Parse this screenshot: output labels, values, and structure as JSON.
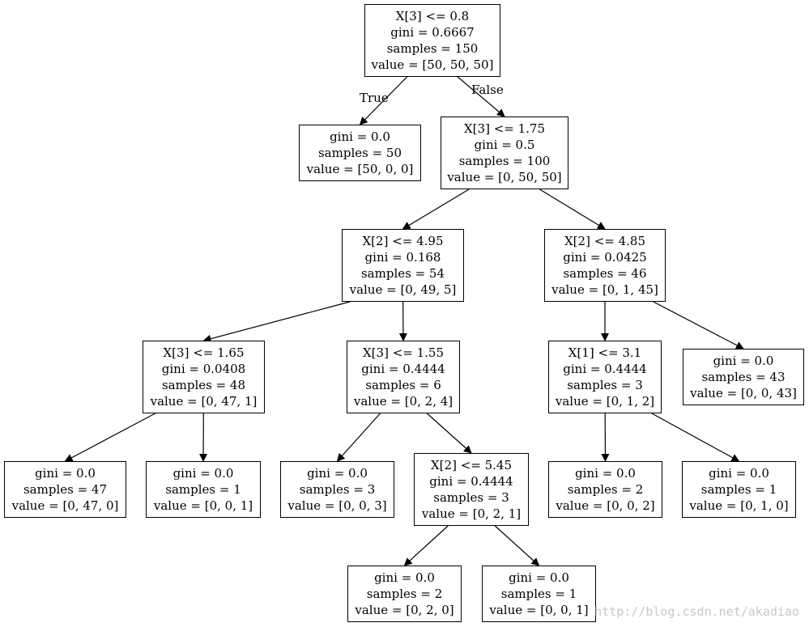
{
  "tree": {
    "nodes": [
      {
        "id": "n0",
        "lines": [
          "X[3] <= 0.8",
          "gini = 0.6667",
          "samples = 150",
          "value = [50, 50, 50]"
        ]
      },
      {
        "id": "n1",
        "lines": [
          "gini = 0.0",
          "samples = 50",
          "value = [50, 0, 0]"
        ]
      },
      {
        "id": "n2",
        "lines": [
          "X[3] <= 1.75",
          "gini = 0.5",
          "samples = 100",
          "value = [0, 50, 50]"
        ]
      },
      {
        "id": "n3",
        "lines": [
          "X[2] <= 4.95",
          "gini = 0.168",
          "samples = 54",
          "value = [0, 49, 5]"
        ]
      },
      {
        "id": "n4",
        "lines": [
          "X[2] <= 4.85",
          "gini = 0.0425",
          "samples = 46",
          "value = [0, 1, 45]"
        ]
      },
      {
        "id": "n5",
        "lines": [
          "X[3] <= 1.65",
          "gini = 0.0408",
          "samples = 48",
          "value = [0, 47, 1]"
        ]
      },
      {
        "id": "n6",
        "lines": [
          "X[3] <= 1.55",
          "gini = 0.4444",
          "samples = 6",
          "value = [0, 2, 4]"
        ]
      },
      {
        "id": "n7",
        "lines": [
          "X[1] <= 3.1",
          "gini = 0.4444",
          "samples = 3",
          "value = [0, 1, 2]"
        ]
      },
      {
        "id": "n8",
        "lines": [
          "gini = 0.0",
          "samples = 43",
          "value = [0, 0, 43]"
        ]
      },
      {
        "id": "n9",
        "lines": [
          "gini = 0.0",
          "samples = 47",
          "value = [0, 47, 0]"
        ]
      },
      {
        "id": "n10",
        "lines": [
          "gini = 0.0",
          "samples = 1",
          "value = [0, 0, 1]"
        ]
      },
      {
        "id": "n11",
        "lines": [
          "gini = 0.0",
          "samples = 3",
          "value = [0, 0, 3]"
        ]
      },
      {
        "id": "n12",
        "lines": [
          "X[2] <= 5.45",
          "gini = 0.4444",
          "samples = 3",
          "value = [0, 2, 1]"
        ]
      },
      {
        "id": "n13",
        "lines": [
          "gini = 0.0",
          "samples = 2",
          "value = [0, 0, 2]"
        ]
      },
      {
        "id": "n14",
        "lines": [
          "gini = 0.0",
          "samples = 1",
          "value = [0, 1, 0]"
        ]
      },
      {
        "id": "n15",
        "lines": [
          "gini = 0.0",
          "samples = 2",
          "value = [0, 2, 0]"
        ]
      },
      {
        "id": "n16",
        "lines": [
          "gini = 0.0",
          "samples = 1",
          "value = [0, 0, 1]"
        ]
      }
    ],
    "edges": [
      {
        "from": "n0",
        "to": "n1",
        "label": "True"
      },
      {
        "from": "n0",
        "to": "n2",
        "label": "False"
      },
      {
        "from": "n2",
        "to": "n3"
      },
      {
        "from": "n2",
        "to": "n4"
      },
      {
        "from": "n3",
        "to": "n5"
      },
      {
        "from": "n3",
        "to": "n6"
      },
      {
        "from": "n4",
        "to": "n7"
      },
      {
        "from": "n4",
        "to": "n8"
      },
      {
        "from": "n5",
        "to": "n9"
      },
      {
        "from": "n5",
        "to": "n10"
      },
      {
        "from": "n6",
        "to": "n11"
      },
      {
        "from": "n6",
        "to": "n12"
      },
      {
        "from": "n7",
        "to": "n13"
      },
      {
        "from": "n7",
        "to": "n14"
      },
      {
        "from": "n12",
        "to": "n15"
      },
      {
        "from": "n12",
        "to": "n16"
      }
    ]
  },
  "watermark": "http://blog.csdn.net/akadiao"
}
